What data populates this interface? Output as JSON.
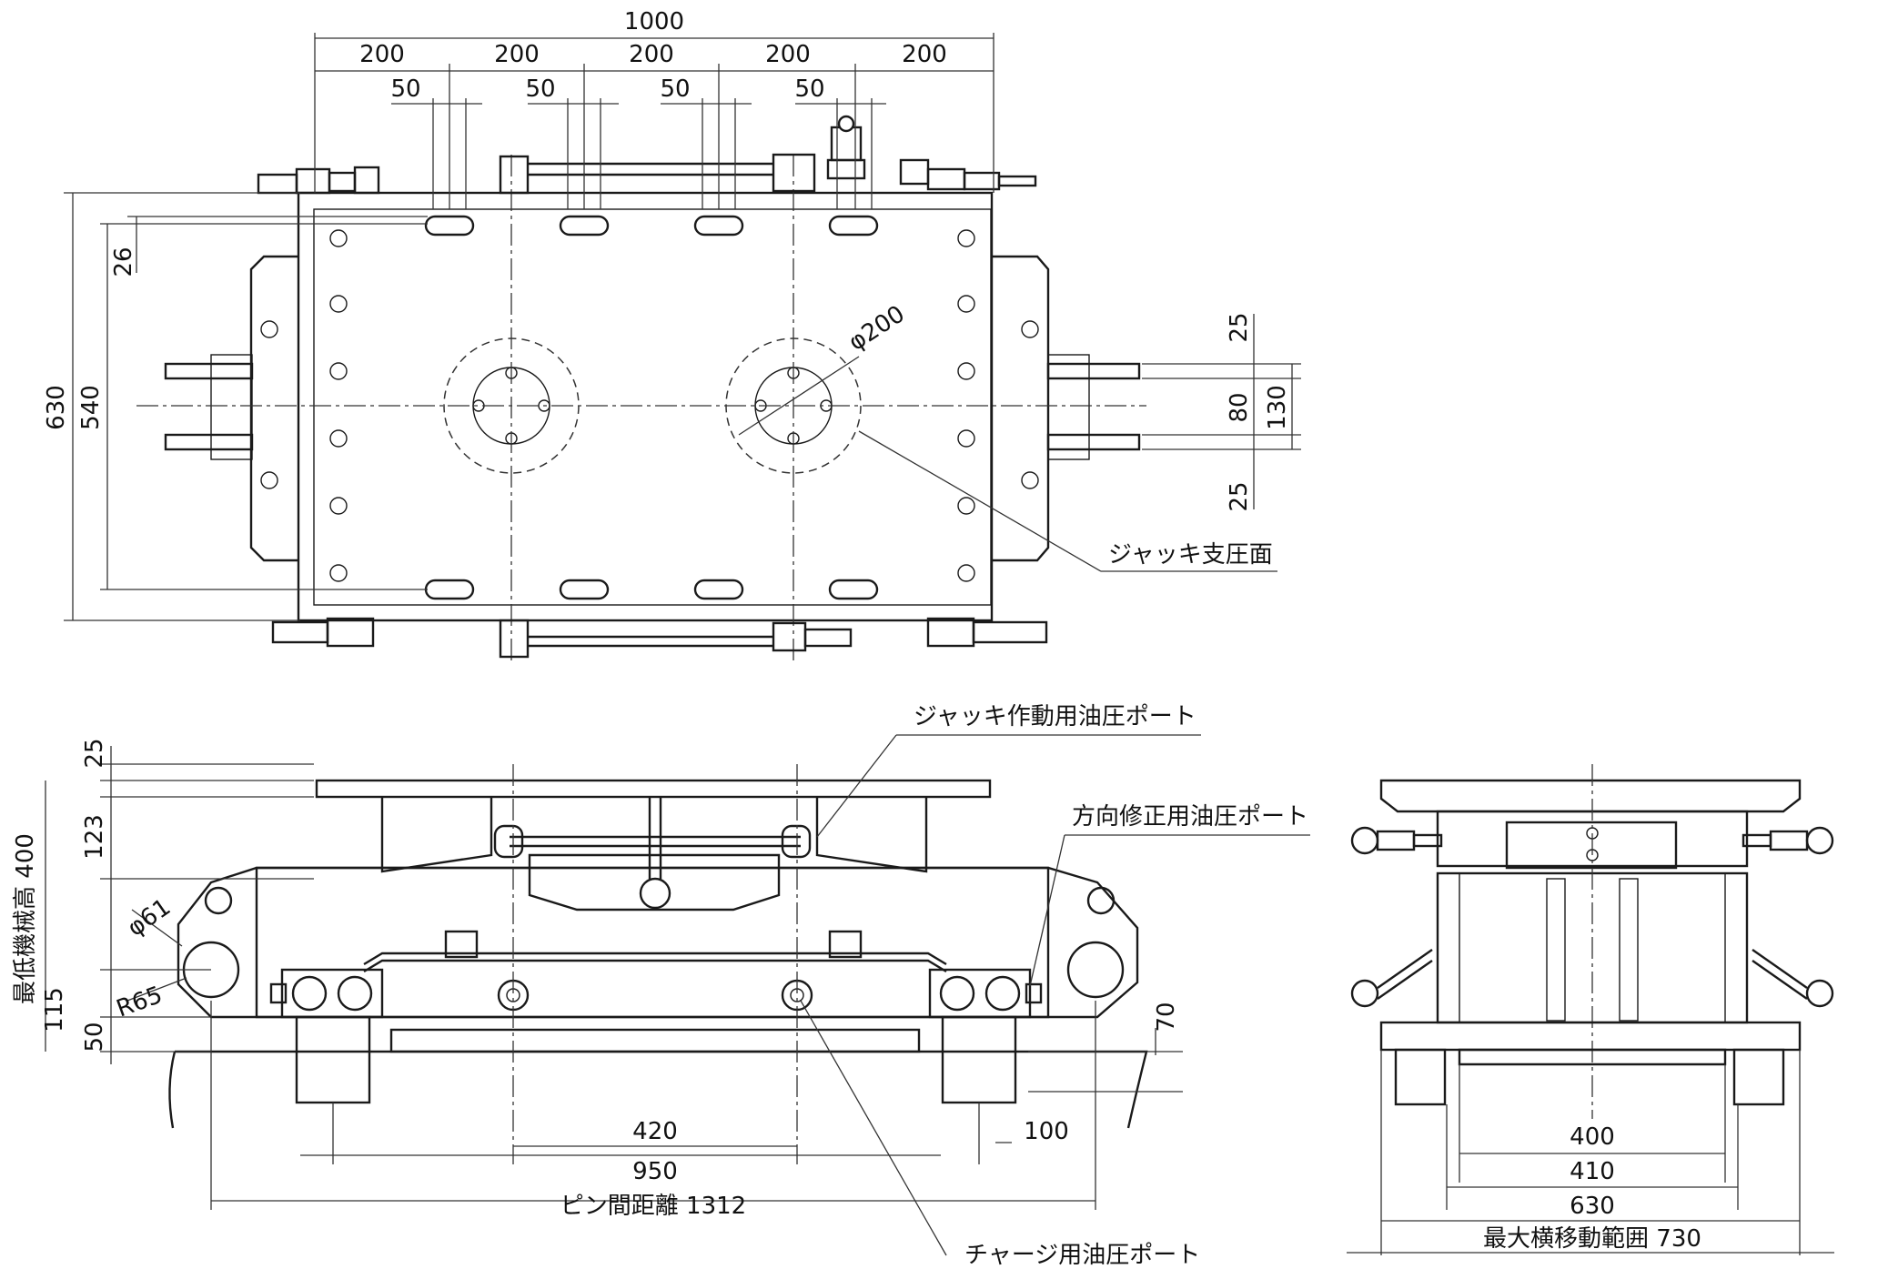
{
  "colors": {
    "line": "#1a1a1a",
    "background": "#ffffff"
  },
  "top_view": {
    "dims": {
      "overall_width": "1000",
      "pitch_1": "200",
      "pitch_2": "200",
      "pitch_3": "200",
      "pitch_4": "200",
      "pitch_5": "200",
      "slot_1": "50",
      "slot_2": "50",
      "slot_3": "50",
      "slot_4": "50",
      "overall_depth": "630",
      "inner_depth": "540",
      "slot_offset": "26",
      "lug_a": "25",
      "lug_b": "80",
      "lug_c": "25",
      "lug_total": "130",
      "jack_circle_dia": "φ200"
    },
    "callouts": {
      "jack_bearing_surface": "ジャッキ支圧面"
    }
  },
  "front_view": {
    "dims": {
      "plate": "25",
      "upper": "123",
      "min_height": "最低機械高 400",
      "lower": "115",
      "base": "50",
      "pin_dia": "φ61",
      "radius": "R65",
      "clearance": "70",
      "span_420": "420",
      "span_950": "950",
      "pin_pitch": "ピン間距離 1312",
      "offset_100": "100"
    },
    "callouts": {
      "jack_port": "ジャッキ作動用油圧ポート",
      "steering_port": "方向修正用油圧ポート",
      "charge_port": "チャージ用油圧ポート"
    }
  },
  "side_view": {
    "dims": {
      "w400": "400",
      "w410": "410",
      "w630": "630",
      "max_traverse": "最大横移動範囲 730"
    }
  }
}
